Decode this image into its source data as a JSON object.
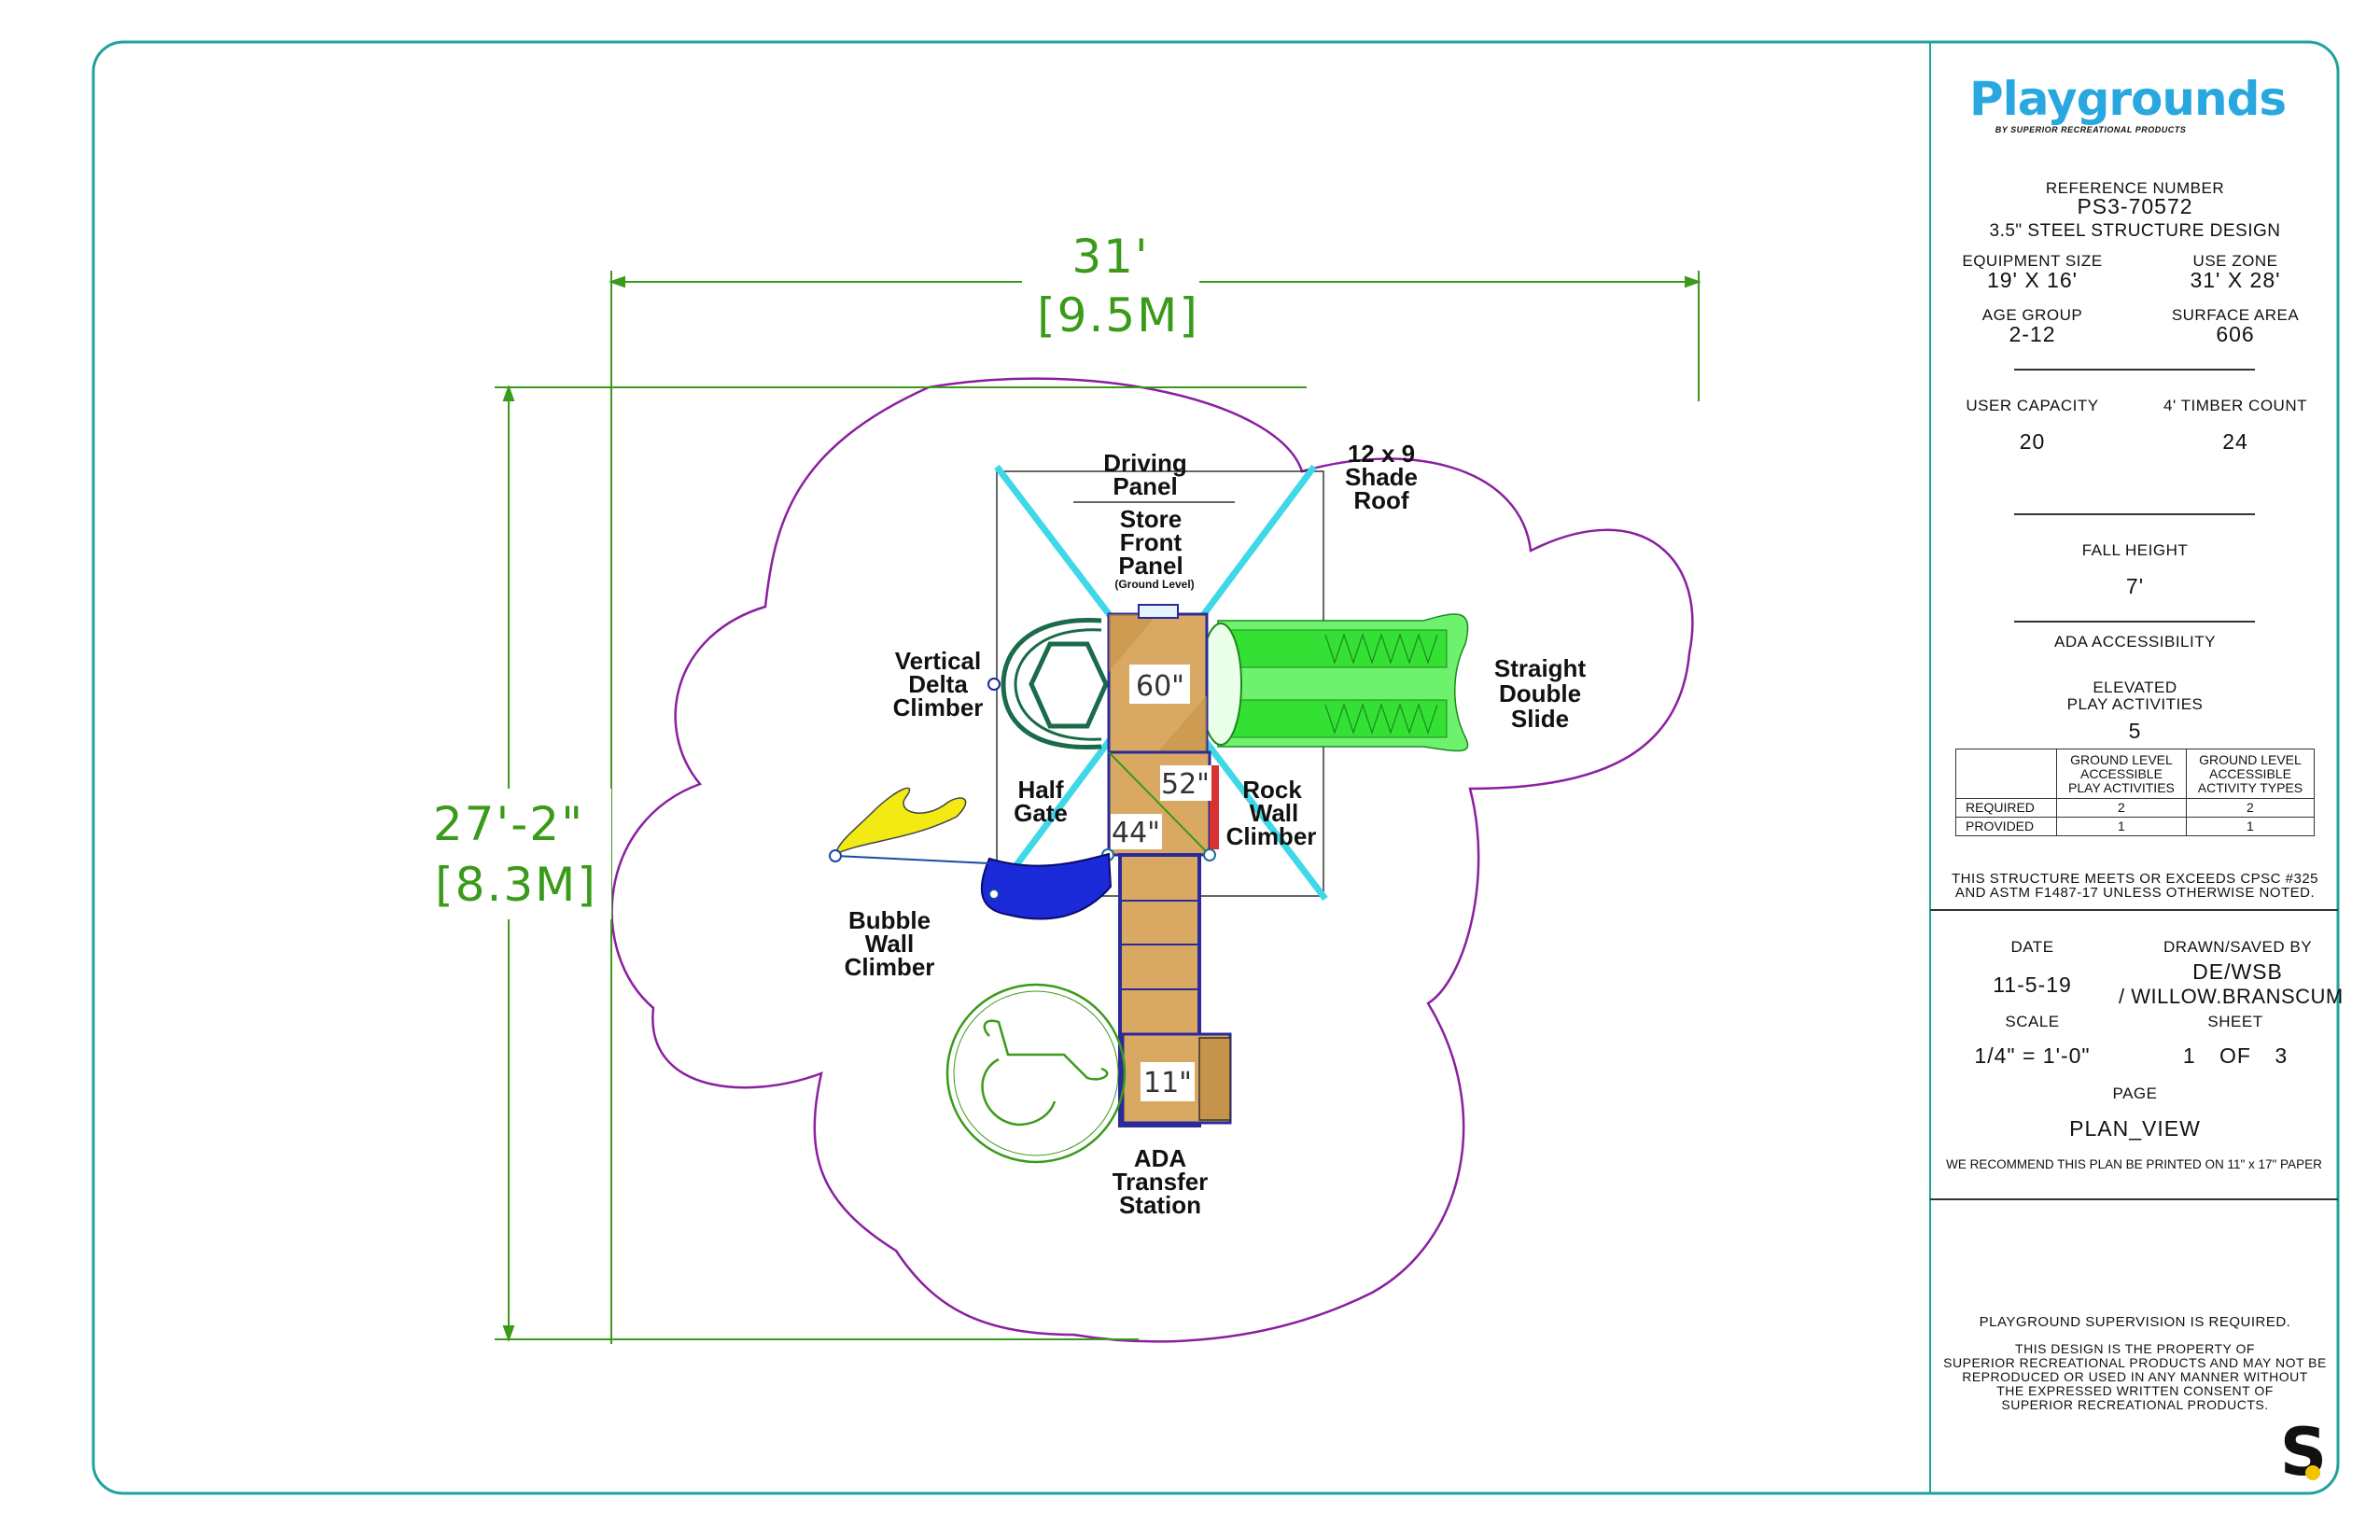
{
  "branding": {
    "logo_text": "Playgrounds",
    "logo_subtext": "BY SUPERIOR RECREATIONAL PRODUCTS"
  },
  "title_block": {
    "reference_label": "REFERENCE NUMBER",
    "reference_number": "PS3-70572",
    "design": "3.5\" STEEL STRUCTURE DESIGN",
    "equipment_size_label": "EQUIPMENT SIZE",
    "equipment_size": "19' X 16'",
    "use_zone_label": "USE ZONE",
    "use_zone": "31' X 28'",
    "age_group_label": "AGE GROUP",
    "age_group": "2-12",
    "surface_area_label": "SURFACE AREA",
    "surface_area": "606",
    "user_capacity_label": "USER CAPACITY",
    "user_capacity": "20",
    "timber_count_label": "4' TIMBER COUNT",
    "timber_count": "24",
    "fall_height_label": "FALL HEIGHT",
    "fall_height": "7'",
    "ada_label": "ADA ACCESSIBILITY",
    "elevated_label_1": "ELEVATED",
    "elevated_label_2": "PLAY ACTIVITIES",
    "elevated_count": "5",
    "table": {
      "col1": [
        "GROUND LEVEL",
        "ACCESSIBLE",
        "PLAY ACTIVITIES"
      ],
      "col2": [
        "GROUND LEVEL",
        "ACCESSIBLE",
        "ACTIVITY TYPES"
      ],
      "rows": [
        {
          "label": "REQUIRED",
          "v1": "2",
          "v2": "2"
        },
        {
          "label": "PROVIDED",
          "v1": "1",
          "v2": "1"
        }
      ]
    },
    "compliance_1": "THIS STRUCTURE MEETS OR EXCEEDS CPSC #325",
    "compliance_2": "AND ASTM F1487-17 UNLESS OTHERWISE NOTED.",
    "date_label": "DATE",
    "date": "11-5-19",
    "drawn_label": "DRAWN/SAVED BY",
    "drawn_1": "DE/WSB",
    "drawn_2": "/ WILLOW.BRANSCUM",
    "scale_label": "SCALE",
    "scale": "1/4\" = 1'-0\"",
    "sheet_label": "SHEET",
    "sheet": "1 OF 3",
    "page_label": "PAGE",
    "page": "PLAN_VIEW",
    "recommend": "WE RECOMMEND THIS PLAN BE PRINTED ON 11\" x 17\" PAPER",
    "supervision": "PLAYGROUND SUPERVISION IS REQUIRED.",
    "property": [
      "THIS DESIGN IS THE PROPERTY OF",
      "SUPERIOR RECREATIONAL PRODUCTS AND MAY NOT BE",
      "REPRODUCED OR USED IN ANY MANNER WITHOUT",
      "THE EXPRESSED WRITTEN CONSENT OF",
      "SUPERIOR RECREATIONAL PRODUCTS."
    ],
    "corner_logo": "S"
  },
  "dimensions": {
    "width_ft": "31'",
    "width_m": "[9.5M]",
    "height_ft": "27'-2\"",
    "height_m": "[8.3M]"
  },
  "components": {
    "driving_panel": [
      "Driving",
      "Panel"
    ],
    "store_front": [
      "Store",
      "Front",
      "Panel"
    ],
    "store_front_note": "(Ground Level)",
    "shade_roof": [
      "12 x 9",
      "Shade",
      "Roof"
    ],
    "delta_climber": [
      "Vertical",
      "Delta",
      "Climber"
    ],
    "slide": [
      "Straight",
      "Double",
      "Slide"
    ],
    "half_gate": [
      "Half",
      "Gate"
    ],
    "rock_wall": [
      "Rock",
      "Wall",
      "Climber"
    ],
    "bubble_wall": [
      "Bubble",
      "Wall",
      "Climber"
    ],
    "ada_station": [
      "ADA",
      "Transfer",
      "Station"
    ]
  },
  "platforms": {
    "p60": "60\"",
    "p52": "52\"",
    "p44": "44\"",
    "p11": "11\""
  },
  "colors": {
    "border": "#1fa39a",
    "outline": "#8b1fa0",
    "dimension": "#3a9a1a",
    "shade": "#3fd8e8",
    "slide": "#33ee33",
    "deck": "#c6934a",
    "frame": "#2a2a9a",
    "logo": "#29a8e0"
  }
}
